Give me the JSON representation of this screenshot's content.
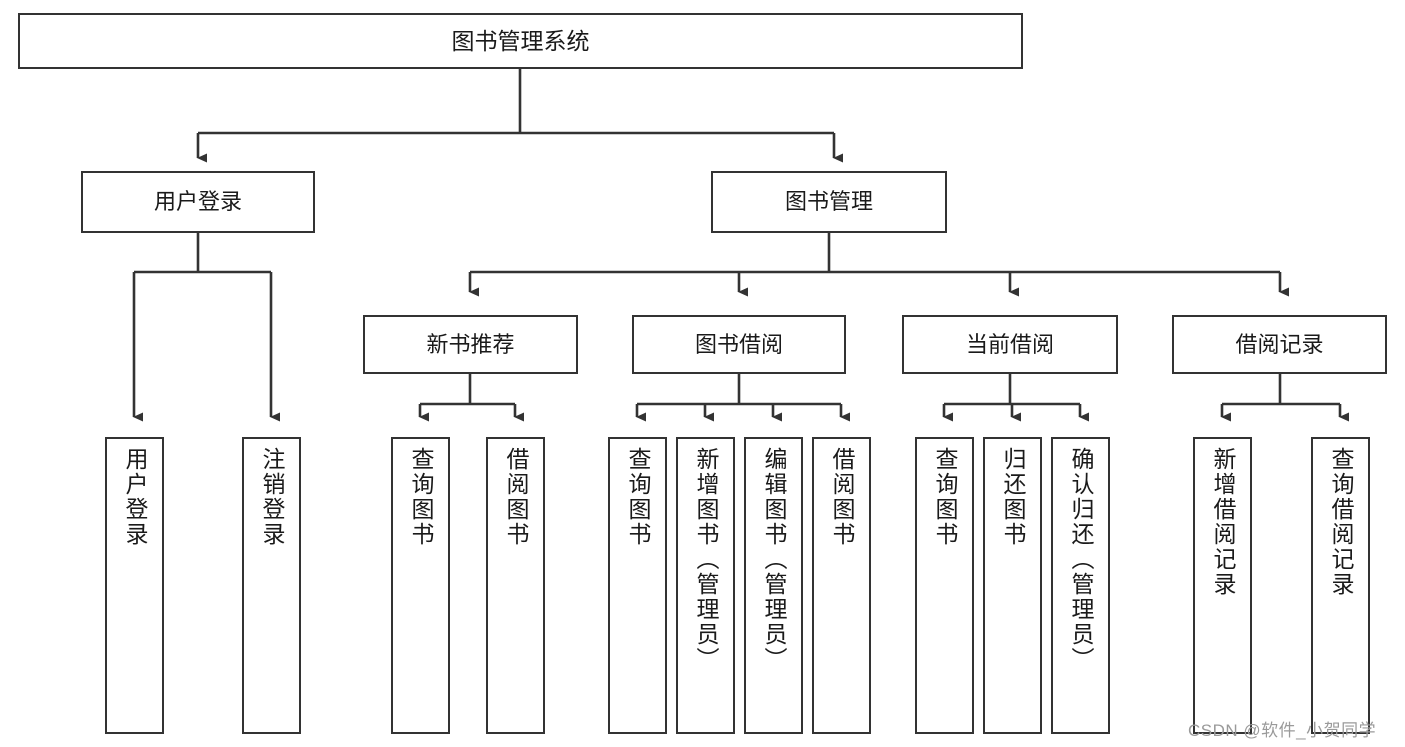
{
  "diagram": {
    "title": "图书管理系统",
    "type": "tree",
    "watermark": "CSDN @软件_小贺同学",
    "colors": {
      "box_border": "#333333",
      "box_fill": "#ffffff",
      "edge": "#333333",
      "text": "#1a1a1a",
      "watermark": "#9a9a9a",
      "background": "#ffffff"
    },
    "nodes": {
      "root": {
        "label": "图书管理系统",
        "level": 0,
        "orientation": "horizontal"
      },
      "l1": [
        {
          "id": "user-login",
          "label": "用户登录",
          "level": 1,
          "orientation": "horizontal"
        },
        {
          "id": "book-management",
          "label": "图书管理",
          "level": 1,
          "orientation": "horizontal"
        }
      ],
      "l2": [
        {
          "id": "new-book-recommend",
          "label": "新书推荐",
          "level": 2,
          "orientation": "horizontal",
          "parent": "book-management"
        },
        {
          "id": "book-borrow",
          "label": "图书借阅",
          "level": 2,
          "orientation": "horizontal",
          "parent": "book-management"
        },
        {
          "id": "current-borrow",
          "label": "当前借阅",
          "level": 2,
          "orientation": "horizontal",
          "parent": "book-management"
        },
        {
          "id": "borrow-record",
          "label": "借阅记录",
          "level": 2,
          "orientation": "horizontal",
          "parent": "book-management"
        }
      ],
      "leaves": [
        {
          "id": "leaf-user-login",
          "label": "用户登录",
          "parent": "user-login",
          "orientation": "vertical"
        },
        {
          "id": "leaf-user-logout",
          "label": "注销登录",
          "parent": "user-login",
          "orientation": "vertical"
        },
        {
          "id": "leaf-query-book-1",
          "label": "查询图书",
          "parent": "new-book-recommend",
          "orientation": "vertical"
        },
        {
          "id": "leaf-borrow-book-1",
          "label": "借阅图书",
          "parent": "new-book-recommend",
          "orientation": "vertical"
        },
        {
          "id": "leaf-query-book-2",
          "label": "查询图书",
          "parent": "book-borrow",
          "orientation": "vertical"
        },
        {
          "id": "leaf-add-book",
          "label": "新增图书（管理员）",
          "parent": "book-borrow",
          "orientation": "vertical"
        },
        {
          "id": "leaf-edit-book",
          "label": "编辑图书（管理员）",
          "parent": "book-borrow",
          "orientation": "vertical"
        },
        {
          "id": "leaf-borrow-book-2",
          "label": "借阅图书",
          "parent": "book-borrow",
          "orientation": "vertical"
        },
        {
          "id": "leaf-query-book-3",
          "label": "查询图书",
          "parent": "current-borrow",
          "orientation": "vertical"
        },
        {
          "id": "leaf-return-book",
          "label": "归还图书",
          "parent": "current-borrow",
          "orientation": "vertical"
        },
        {
          "id": "leaf-confirm-return",
          "label": "确认归还（管理员）",
          "parent": "current-borrow",
          "orientation": "vertical"
        },
        {
          "id": "leaf-add-record",
          "label": "新增借阅记录",
          "parent": "borrow-record",
          "orientation": "vertical"
        },
        {
          "id": "leaf-query-record",
          "label": "查询借阅记录",
          "parent": "borrow-record",
          "orientation": "vertical"
        }
      ]
    }
  }
}
